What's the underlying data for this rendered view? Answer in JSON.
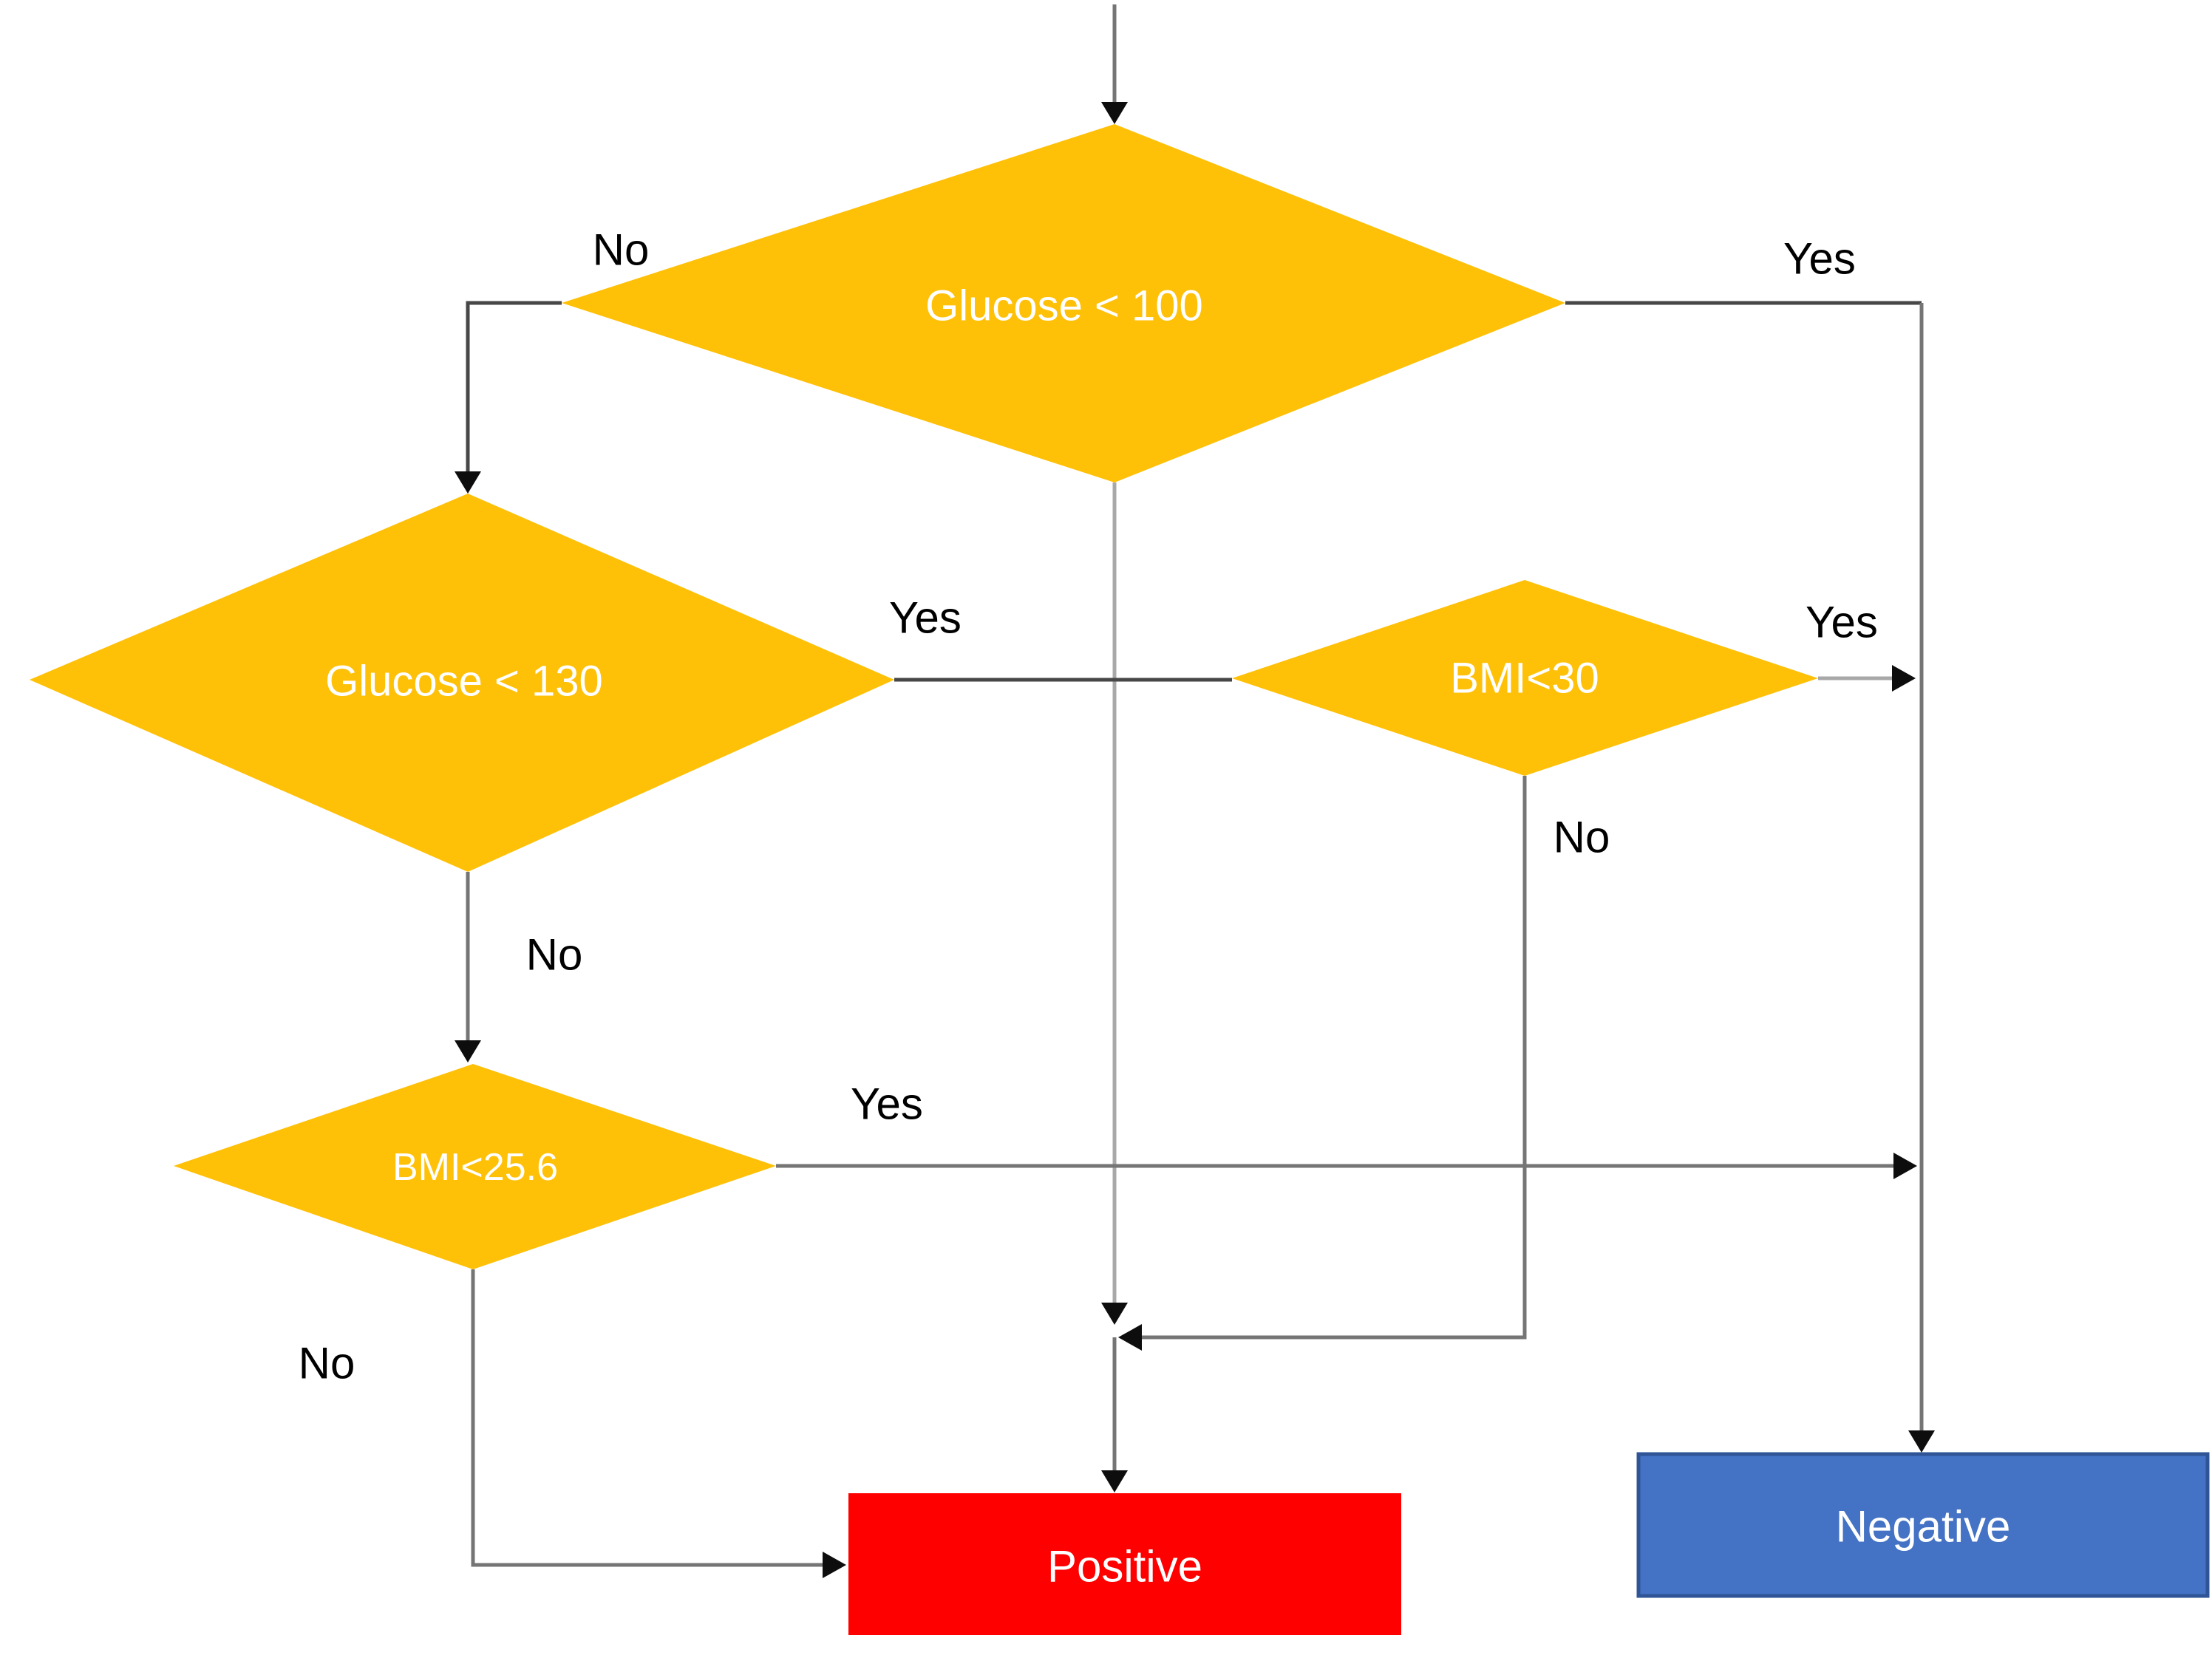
{
  "diagram": {
    "type": "flowchart",
    "nodes": {
      "glucose100": {
        "label": "Glucose < 100",
        "shape": "diamond"
      },
      "glucose130": {
        "label": "Glucose < 130",
        "shape": "diamond"
      },
      "bmi30": {
        "label": "BMI<30",
        "shape": "diamond"
      },
      "bmi256": {
        "label": "BMI<25.6",
        "shape": "diamond"
      },
      "positive": {
        "label": "Positive",
        "shape": "rectangle"
      },
      "negative": {
        "label": "Negative",
        "shape": "rectangle"
      }
    },
    "edge_labels": {
      "glucose100_no": "No",
      "glucose100_yes": "Yes",
      "glucose130_yes": "Yes",
      "glucose130_no": "No",
      "bmi30_yes": "Yes",
      "bmi30_no": "No",
      "bmi256_yes": "Yes",
      "bmi256_no": "No"
    },
    "edges": [
      {
        "from": "start",
        "to": "Glucose < 100",
        "label": ""
      },
      {
        "from": "Glucose < 100",
        "to": "Glucose < 130",
        "label": "No"
      },
      {
        "from": "Glucose < 100",
        "to": "Negative",
        "label": "Yes"
      },
      {
        "from": "Glucose < 100",
        "to": "Positive",
        "label": ""
      },
      {
        "from": "Glucose < 130",
        "to": "BMI<30",
        "label": "Yes"
      },
      {
        "from": "Glucose < 130",
        "to": "BMI<25.6",
        "label": "No"
      },
      {
        "from": "BMI<30",
        "to": "Negative",
        "label": "Yes"
      },
      {
        "from": "BMI<30",
        "to": "Positive",
        "label": "No"
      },
      {
        "from": "BMI<25.6",
        "to": "Negative",
        "label": "Yes"
      },
      {
        "from": "BMI<25.6",
        "to": "Positive",
        "label": "No"
      }
    ]
  },
  "colors": {
    "background": "#FFFFFF",
    "diamond": "#FFC008",
    "diamond_text": "#FFFFFF",
    "positive_fill": "#FF0000",
    "positive_text": "#FFFFFF",
    "negative_fill": "#4472C4",
    "negative_border": "#2F5597",
    "negative_text": "#FFFFFF",
    "label_text": "#000000",
    "line_dark": "#474747",
    "line_mid": "#757575",
    "line_light": "#A8A8A8",
    "arrowhead": "#0D0D0D"
  }
}
